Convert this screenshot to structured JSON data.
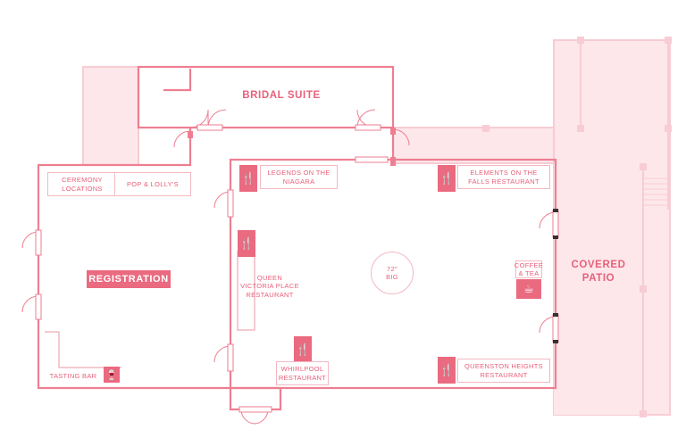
{
  "colors": {
    "wall": "#ee7e92",
    "light_wall": "#f8ccd4",
    "fill": "#fde7ea",
    "accent": "#ea6a80"
  },
  "rooms": {
    "bridal_suite": "BRIDAL SUITE",
    "registration": "REGISTRATION",
    "covered_patio_line1": "COVERED",
    "covered_patio_line2": "PATIO"
  },
  "booths": {
    "ceremony_locations": "CEREMONY LOCATIONS",
    "pop_lolly": "POP & LOLLY'S",
    "legends": "LEGENDS ON THE NIAGARA",
    "elements": "ELEMENTS ON THE FALLS RESTAURANT",
    "queen_victoria": "QUEEN VICTORIA PLACE RESTAURANT",
    "coffee_tea": "COFFEE & TEA",
    "whirlpool": "WHIRLPOOL RESTAURANT",
    "queenston": "QUEENSTON HEIGHTS RESTAURANT",
    "tasting_bar": "TASTING BAR"
  },
  "table": {
    "size": "72\"",
    "label": "BIG"
  },
  "icons": {
    "restaurant": "utensils-icon",
    "coffee": "coffee-cup-icon",
    "wine": "wine-glass-icon"
  }
}
